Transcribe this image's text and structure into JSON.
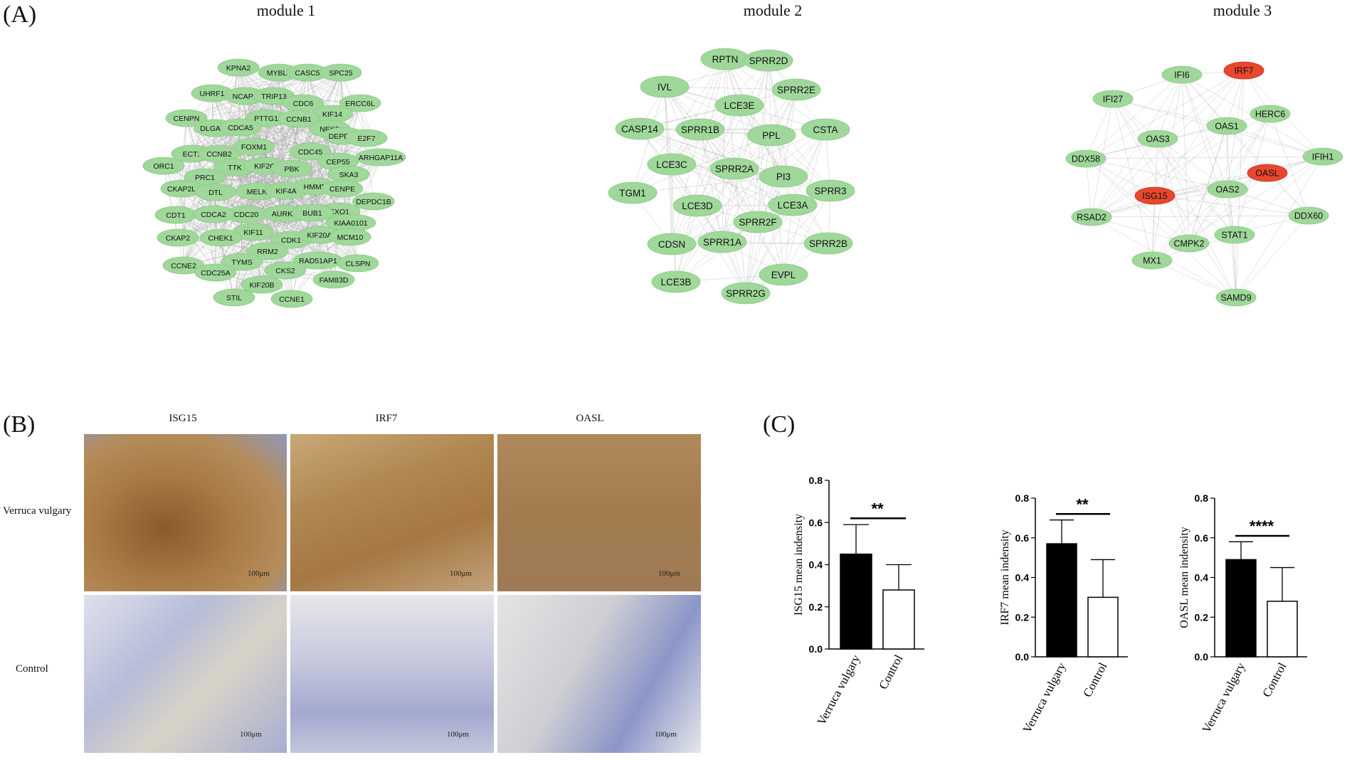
{
  "panel_labels": {
    "a": "(A)",
    "b": "(B)",
    "c": "(C)"
  },
  "modules": [
    {
      "title": "module 1",
      "nodes": [
        {
          "label": "KPNA2",
          "color": "#9fd89a"
        },
        {
          "label": "MYBL2",
          "color": "#9fd89a"
        },
        {
          "label": "CASC5",
          "color": "#9fd89a"
        },
        {
          "label": "SPC25",
          "color": "#9fd89a"
        },
        {
          "label": "UHRF1",
          "color": "#9fd89a"
        },
        {
          "label": "NCAPH",
          "color": "#9fd89a"
        },
        {
          "label": "TRIP13",
          "color": "#9fd89a"
        },
        {
          "label": "CDC6",
          "color": "#9fd89a"
        },
        {
          "label": "ERCC6L",
          "color": "#9fd89a"
        },
        {
          "label": "KIF14",
          "color": "#9fd89a"
        },
        {
          "label": "CENPN",
          "color": "#9fd89a"
        },
        {
          "label": "PTTG1",
          "color": "#9fd89a"
        },
        {
          "label": "DLGAP5",
          "color": "#9fd89a"
        },
        {
          "label": "CDCA5",
          "color": "#9fd89a"
        },
        {
          "label": "CCNB1",
          "color": "#9fd89a"
        },
        {
          "label": "NEK2",
          "color": "#9fd89a"
        },
        {
          "label": "DEPDC1",
          "color": "#9fd89a"
        },
        {
          "label": "E2F7",
          "color": "#9fd89a"
        },
        {
          "label": "FOXM1",
          "color": "#9fd89a"
        },
        {
          "label": "ECT2",
          "color": "#9fd89a"
        },
        {
          "label": "CCNB2",
          "color": "#9fd89a"
        },
        {
          "label": "CDC45",
          "color": "#9fd89a"
        },
        {
          "label": "ARHGAP11A",
          "color": "#9fd89a"
        },
        {
          "label": "CEP55",
          "color": "#9fd89a"
        },
        {
          "label": "ORC1",
          "color": "#9fd89a"
        },
        {
          "label": "TTK",
          "color": "#9fd89a"
        },
        {
          "label": "KIF2C",
          "color": "#9fd89a"
        },
        {
          "label": "PBK",
          "color": "#9fd89a"
        },
        {
          "label": "SKA3",
          "color": "#9fd89a"
        },
        {
          "label": "PRC1",
          "color": "#9fd89a"
        },
        {
          "label": "CKAP2L",
          "color": "#9fd89a"
        },
        {
          "label": "DTL",
          "color": "#9fd89a"
        },
        {
          "label": "MELK",
          "color": "#9fd89a"
        },
        {
          "label": "KIF4A",
          "color": "#9fd89a"
        },
        {
          "label": "HMMR",
          "color": "#9fd89a"
        },
        {
          "label": "CENPE",
          "color": "#9fd89a"
        },
        {
          "label": "DEPDC1B",
          "color": "#9fd89a"
        },
        {
          "label": "CDC20",
          "color": "#9fd89a"
        },
        {
          "label": "EXO1",
          "color": "#9fd89a"
        },
        {
          "label": "CDT1",
          "color": "#9fd89a"
        },
        {
          "label": "CDCA2",
          "color": "#9fd89a"
        },
        {
          "label": "AURKA",
          "color": "#9fd89a"
        },
        {
          "label": "BUB1",
          "color": "#9fd89a"
        },
        {
          "label": "KIAA0101",
          "color": "#9fd89a"
        },
        {
          "label": "KIF11",
          "color": "#9fd89a"
        },
        {
          "label": "CHEK1",
          "color": "#9fd89a"
        },
        {
          "label": "CDK1",
          "color": "#9fd89a"
        },
        {
          "label": "KIF20A",
          "color": "#9fd89a"
        },
        {
          "label": "MCM10",
          "color": "#9fd89a"
        },
        {
          "label": "CKAP2",
          "color": "#9fd89a"
        },
        {
          "label": "RRM2",
          "color": "#9fd89a"
        },
        {
          "label": "TYMS",
          "color": "#9fd89a"
        },
        {
          "label": "RAD51AP1",
          "color": "#9fd89a"
        },
        {
          "label": "CKS2",
          "color": "#9fd89a"
        },
        {
          "label": "CCNE2",
          "color": "#9fd89a"
        },
        {
          "label": "CLSPN",
          "color": "#9fd89a"
        },
        {
          "label": "CDC25A",
          "color": "#9fd89a"
        },
        {
          "label": "KIF20B",
          "color": "#9fd89a"
        },
        {
          "label": "FAM83D",
          "color": "#9fd89a"
        },
        {
          "label": "STIL",
          "color": "#9fd89a"
        },
        {
          "label": "CCNE1",
          "color": "#9fd89a"
        }
      ]
    },
    {
      "title": "module 2",
      "nodes": [
        {
          "label": "RPTN",
          "color": "#9fd89a"
        },
        {
          "label": "SPRR2D",
          "color": "#9fd89a"
        },
        {
          "label": "IVL",
          "color": "#9fd89a"
        },
        {
          "label": "SPRR2E",
          "color": "#9fd89a"
        },
        {
          "label": "LCE3E",
          "color": "#9fd89a"
        },
        {
          "label": "CASP14",
          "color": "#9fd89a"
        },
        {
          "label": "SPRR1B",
          "color": "#9fd89a"
        },
        {
          "label": "PPL",
          "color": "#9fd89a"
        },
        {
          "label": "CSTA",
          "color": "#9fd89a"
        },
        {
          "label": "LCE3C",
          "color": "#9fd89a"
        },
        {
          "label": "SPRR2A",
          "color": "#9fd89a"
        },
        {
          "label": "PI3",
          "color": "#9fd89a"
        },
        {
          "label": "TGM1",
          "color": "#9fd89a"
        },
        {
          "label": "SPRR3",
          "color": "#9fd89a"
        },
        {
          "label": "LCE3D",
          "color": "#9fd89a"
        },
        {
          "label": "LCE3A",
          "color": "#9fd89a"
        },
        {
          "label": "SPRR2F",
          "color": "#9fd89a"
        },
        {
          "label": "CDSN",
          "color": "#9fd89a"
        },
        {
          "label": "SPRR1A",
          "color": "#9fd89a"
        },
        {
          "label": "SPRR2B",
          "color": "#9fd89a"
        },
        {
          "label": "EVPL",
          "color": "#9fd89a"
        },
        {
          "label": "LCE3B",
          "color": "#9fd89a"
        },
        {
          "label": "SPRR2G",
          "color": "#9fd89a"
        }
      ]
    },
    {
      "title": "module 3",
      "nodes": [
        {
          "label": "IRF7",
          "color": "#e8472e"
        },
        {
          "label": "IFI6",
          "color": "#9fd89a"
        },
        {
          "label": "IFI27",
          "color": "#9fd89a"
        },
        {
          "label": "HERC6",
          "color": "#9fd89a"
        },
        {
          "label": "OAS1",
          "color": "#9fd89a"
        },
        {
          "label": "OAS3",
          "color": "#9fd89a"
        },
        {
          "label": "IFIH1",
          "color": "#9fd89a"
        },
        {
          "label": "DDX58",
          "color": "#9fd89a"
        },
        {
          "label": "OASL",
          "color": "#e8472e"
        },
        {
          "label": "OAS2",
          "color": "#9fd89a"
        },
        {
          "label": "ISG15",
          "color": "#e8472e"
        },
        {
          "label": "RSAD2",
          "color": "#9fd89a"
        },
        {
          "label": "DDX60",
          "color": "#9fd89a"
        },
        {
          "label": "STAT1",
          "color": "#9fd89a"
        },
        {
          "label": "CMPK2",
          "color": "#9fd89a"
        },
        {
          "label": "MX1",
          "color": "#9fd89a"
        },
        {
          "label": "SAMD9",
          "color": "#9fd89a"
        }
      ]
    }
  ],
  "ihc": {
    "columns": [
      "ISG15",
      "IRF7",
      "OASL"
    ],
    "rows": [
      "Verruca vulgary",
      "Control"
    ],
    "scale_bar": "100μm",
    "stain_colors": {
      "positive": "#a87a45",
      "negative": "#a7aed0"
    }
  },
  "chart_data": [
    {
      "type": "bar",
      "categories": [
        "Verruca vulgary",
        "Control"
      ],
      "values": [
        0.45,
        0.28
      ],
      "errors": [
        0.14,
        0.12
      ],
      "fills": [
        "#000000",
        "#ffffff"
      ],
      "ylabel": "ISG15 mean indensity",
      "ylim": [
        0.0,
        0.8
      ],
      "yticks": [
        "0.0",
        "0.2",
        "0.4",
        "0.6",
        "0.8"
      ],
      "significance": "**",
      "grid": false
    },
    {
      "type": "bar",
      "categories": [
        "Verruca vulgary",
        "Control"
      ],
      "values": [
        0.57,
        0.3
      ],
      "errors": [
        0.12,
        0.19
      ],
      "fills": [
        "#000000",
        "#ffffff"
      ],
      "ylabel": "IRF7 mean indensity",
      "ylim": [
        0.0,
        0.8
      ],
      "yticks": [
        "0.0",
        "0.2",
        "0.4",
        "0.6",
        "0.8"
      ],
      "significance": "**",
      "grid": false
    },
    {
      "type": "bar",
      "categories": [
        "Verruca vulgary",
        "Control"
      ],
      "values": [
        0.49,
        0.28
      ],
      "errors": [
        0.09,
        0.17
      ],
      "fills": [
        "#000000",
        "#ffffff"
      ],
      "ylabel": "OASL mean indensity",
      "ylim": [
        0.0,
        0.8
      ],
      "yticks": [
        "0.0",
        "0.2",
        "0.4",
        "0.6",
        "0.8"
      ],
      "significance": "****",
      "grid": false
    }
  ]
}
